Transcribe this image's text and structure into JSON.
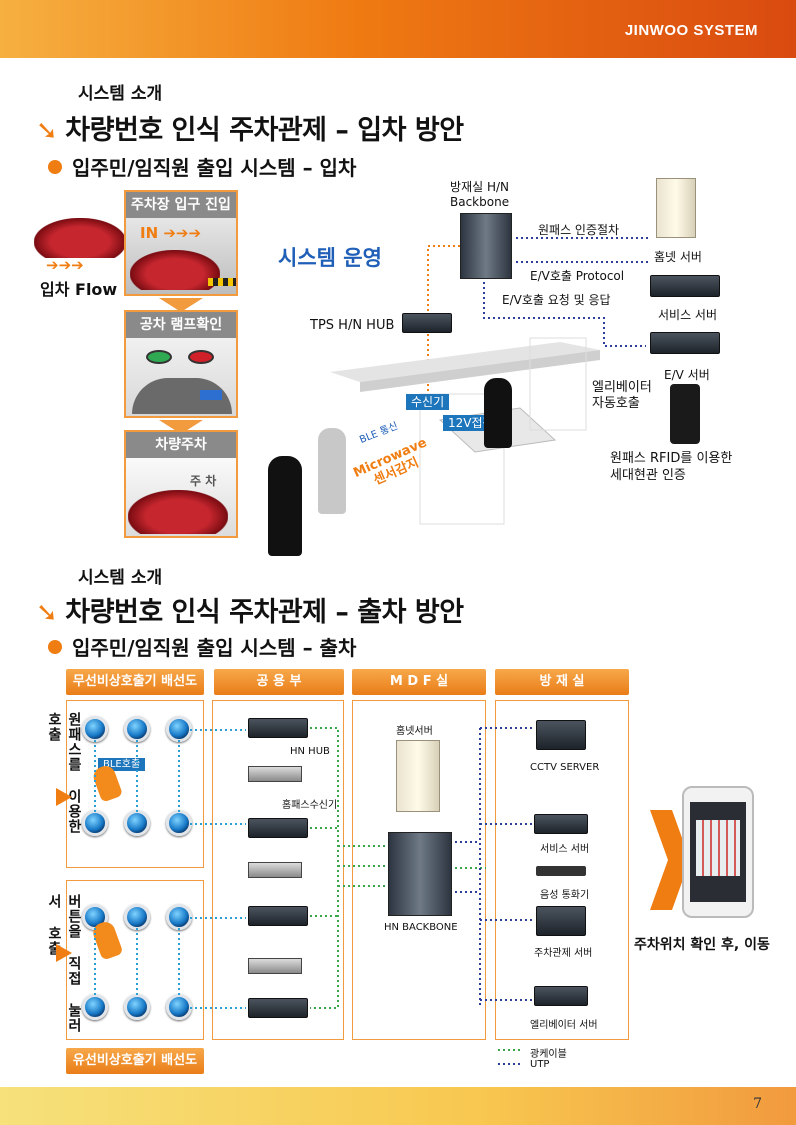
{
  "brand": "JINWOO SYSTEM",
  "page_number": "7",
  "section1": {
    "kicker": "시스템 소개",
    "title": "차량번호 인식 주차관제 – 입차 방안",
    "subtitle": "입주민/임직원 출입 시스템 – 입차",
    "flow": {
      "label": "입차 Flow",
      "arrows": "➔➔➔",
      "step1": "주차장 입구 진입",
      "step1_in": "IN ➔➔➔",
      "step2": "공차 램프확인",
      "step3": "차량주차",
      "step3_tag": "주 차"
    },
    "system_label": "시스템 운영",
    "backbone": "방재실 H/N\nBackbone",
    "hub": "TPS H/N HUB",
    "auth": "원패스 인증절차",
    "ev_protocol": "E/V호출 Protocol",
    "ev_request": "E/V호출 요청 및 응답",
    "homenet_server": "홈넷 서버",
    "service_server": "서비스 서버",
    "ev_server": "E/V 서버",
    "receiver": "수신기",
    "contact": "12V접점",
    "ble": "BLE 통신",
    "microwave": "Microwave\n센서감지",
    "elevator_call": "엘리베이터\n자동호출",
    "rfid": "원패스 RFID를 이용한\n세대현관 인증"
  },
  "section2": {
    "kicker": "시스템 소개",
    "title": "차량번호 인식 주차관제 – 출차 방안",
    "subtitle": "입주민/임직원 출입 시스템 – 출차",
    "col1": "무선비상호출기 배선도",
    "col2": "공 용 부",
    "col3": "M D F 실",
    "col4": "방 재 실",
    "left_top_vertical": "원패스를 이용한 호출",
    "left_bottom_vertical": "버튼을 직접 눌러서 호출",
    "ble_call": "BLE호출",
    "hn_hub": "HN HUB",
    "home_receiver": "홈패스수신기",
    "homenet_server": "홈넷서버",
    "hn_backbone": "HN BACKBONE",
    "cctv": "CCTV SERVER",
    "service_server": "서비스 서버",
    "intercom": "음성 통화기",
    "parking_server": "주차관제 서버",
    "elevator_server": "엘리베이터 서버",
    "legend_optical": "광케이블",
    "legend_utp": "UTP",
    "wired_label": "유선비상호출기 배선도",
    "phone_caption": "주차위치 확인 후, 이동"
  },
  "colors": {
    "accent": "#f07d12",
    "blue": "#1d75bb",
    "system_blue": "#1f5fb8"
  }
}
